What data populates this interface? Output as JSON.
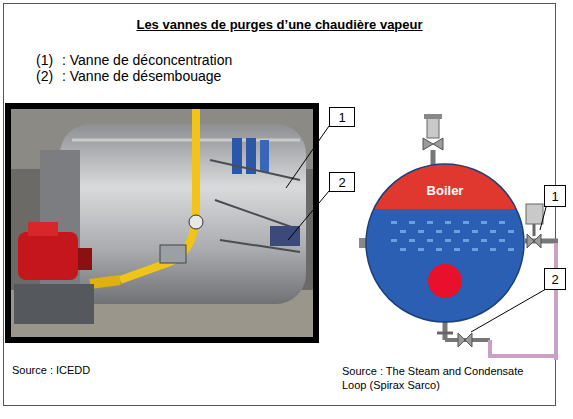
{
  "diagram": {
    "title": "Les vannes de purges d’une chaudière vapeur",
    "nodes": [
      {
        "text": [
          "1"
        ]
      },
      {
        "text": [
          "2"
        ]
      },
      {
        "text": [
          "Boiler"
        ]
      },
      {
        "text": [
          "1"
        ]
      },
      {
        "text": [
          "2"
        ]
      }
    ],
    "labels": [
      "(1)",
      ": Vanne de déconcentration",
      "(2)",
      ": Vanne de désembouage",
      "Source : ICEDD",
      "Source : The Steam and Condensate Loop (Spirax Sarco)"
    ]
  }
}
